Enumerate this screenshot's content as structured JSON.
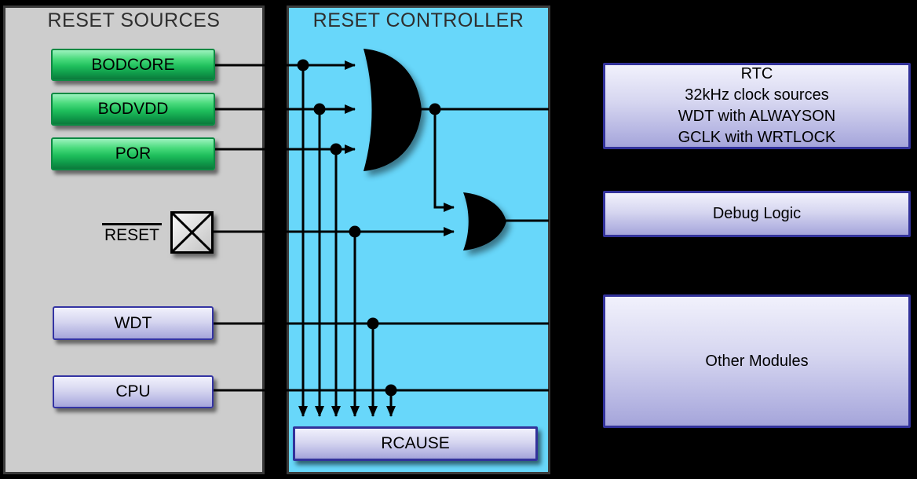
{
  "panels": {
    "reset_sources": {
      "title": "RESET SOURCES"
    },
    "reset_controller": {
      "title": "RESET CONTROLLER"
    }
  },
  "source_blocks": {
    "bodcore": {
      "label": "BODCORE"
    },
    "bodvdd": {
      "label": "BODVDD"
    },
    "por": {
      "label": "POR"
    },
    "reset_pin": {
      "label": "RESET",
      "overline": true
    },
    "wdt": {
      "label": "WDT"
    },
    "cpu": {
      "label": "CPU"
    }
  },
  "controller_blocks": {
    "rcause": {
      "label": "RCAUSE"
    }
  },
  "target_blocks": {
    "rtc_group": {
      "lines": [
        "RTC",
        "32kHz clock sources",
        "WDT with ALWAYSON",
        "GCLK with WRTLOCK"
      ]
    },
    "debug_logic": {
      "label": "Debug Logic"
    },
    "other_modules": {
      "label": "Other Modules"
    }
  },
  "icons": {
    "or_gate_large": "or-gate",
    "or_gate_small": "or-gate",
    "reset_pad": "crossed-square-pad"
  },
  "colors": {
    "background": "#000000",
    "sources_panel_fill": "#CDCDCD",
    "controller_panel_fill": "#68D7FA",
    "panel_border": "#3B3B3B",
    "green_block_border": "#0B8A42",
    "green_block_top": "#9CF2BE",
    "green_block_bottom": "#0C7A3C",
    "purple_block_border": "#3434A3",
    "purple_block_top": "#F1F1FC",
    "purple_block_bottom": "#A5A5DA",
    "wire": "#000000"
  }
}
